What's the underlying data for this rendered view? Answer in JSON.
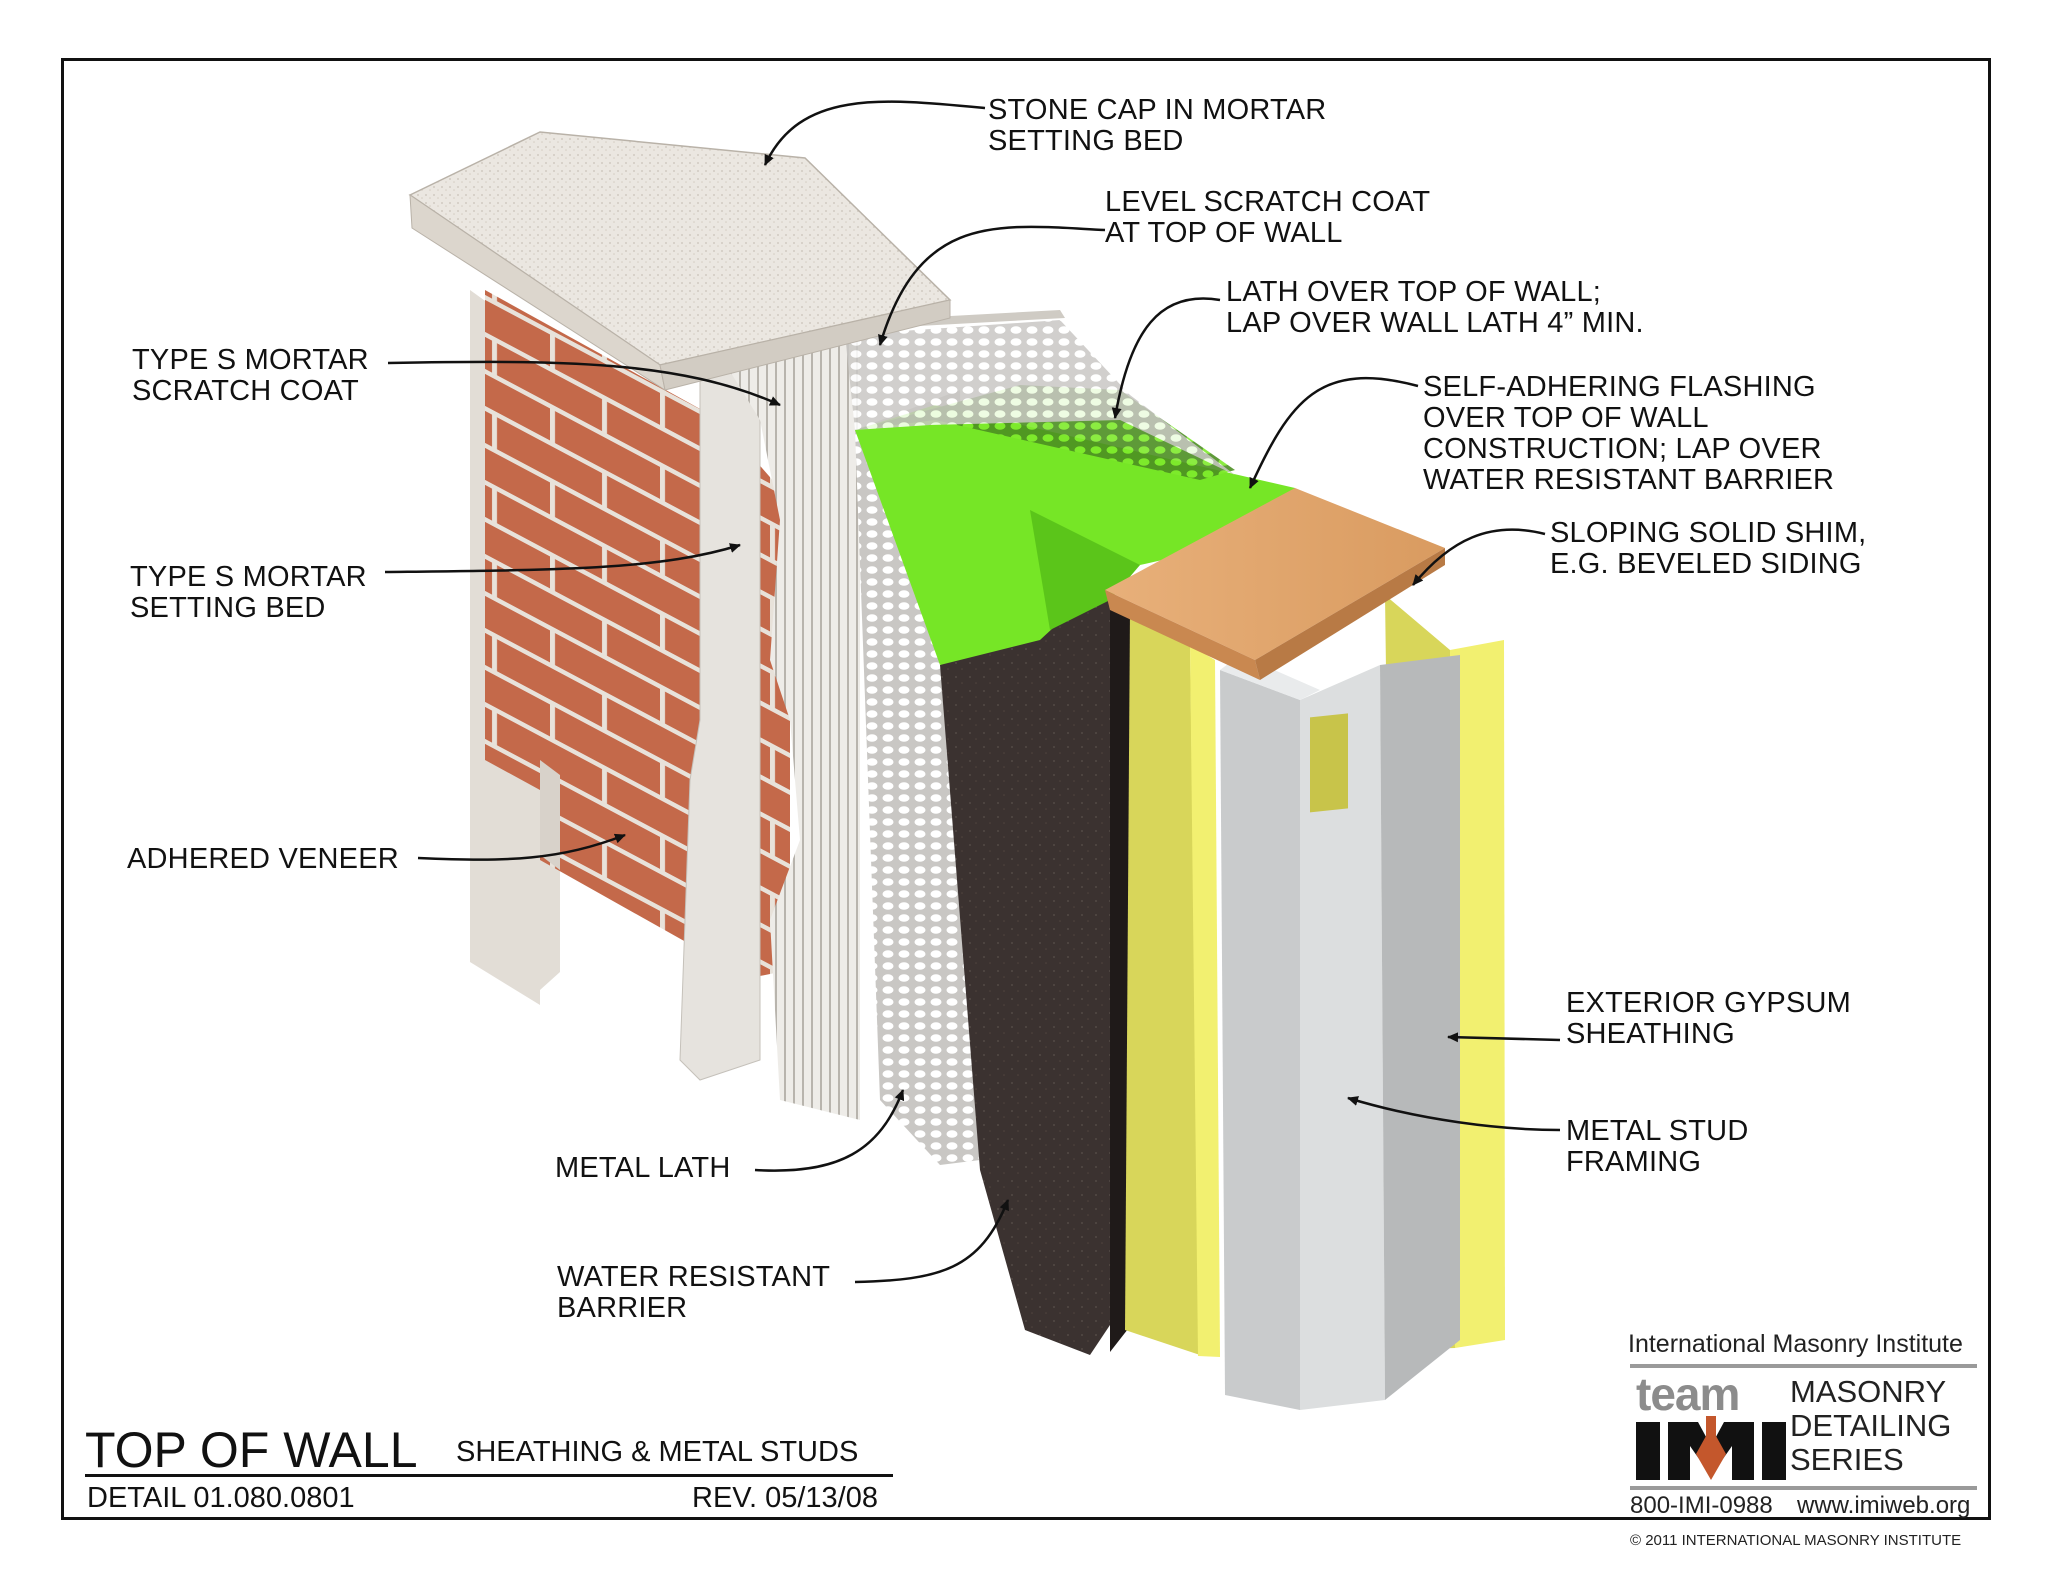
{
  "labels": {
    "stone_cap": "STONE CAP IN MORTAR\nSETTING BED",
    "level_scratch": "LEVEL SCRATCH COAT\nAT TOP OF WALL",
    "lath_over_top": "LATH OVER TOP OF WALL;\nLAP OVER WALL LATH 4” MIN.",
    "self_adhering": "SELF-ADHERING FLASHING\nOVER TOP OF WALL\nCONSTRUCTION; LAP OVER\nWATER RESISTANT BARRIER",
    "sloping_shim": "SLOPING SOLID SHIM,\nE.G. BEVELED SIDING",
    "scratch_coat": "TYPE S MORTAR\nSCRATCH COAT",
    "setting_bed": "TYPE S MORTAR\nSETTING BED",
    "adhered_veneer": "ADHERED VENEER",
    "metal_lath": "METAL LATH",
    "wrb": "WATER RESISTANT\nBARRIER",
    "gypsum": "EXTERIOR GYPSUM\nSHEATHING",
    "metal_stud": "METAL STUD\nFRAMING"
  },
  "title_block": {
    "title": "TOP OF WALL",
    "subtitle": "SHEATHING & METAL STUDS",
    "detail": "DETAIL 01.080.0801",
    "revision": "REV. 05/13/08"
  },
  "logo": {
    "organization": "International Masonry Institute",
    "team": "team",
    "imi": "IMI",
    "series": "MASONRY\nDETAILING\nSERIES",
    "phone": "800-IMI-0988",
    "website": "www.imiweb.org"
  },
  "copyright": "© 2011 INTERNATIONAL MASONRY INSTITUTE",
  "colors": {
    "brick": "#c4694a",
    "mortar": "#e6e3de",
    "stone": "#ebe7e1",
    "flashing": "#76e626",
    "wrb": "#3b3230",
    "gypsum": "#d8d65a",
    "gypsum_edge": "#f2f070",
    "shim": "#e0a46a",
    "steel": "#c9cbcc",
    "ink": "#111111"
  }
}
